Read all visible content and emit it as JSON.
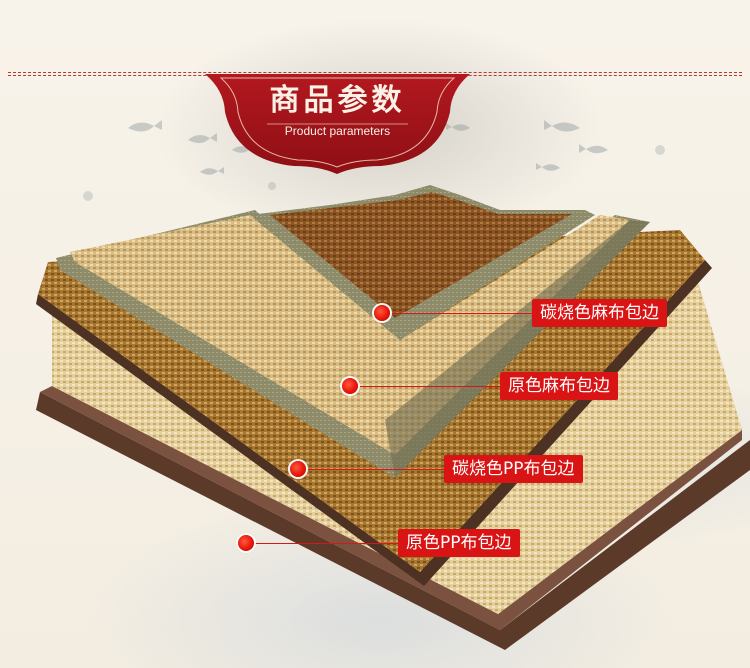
{
  "banner": {
    "title": "商品参数",
    "subtitle": "Product parameters"
  },
  "colors": {
    "banner_red": "#a7151b",
    "tag_red": "#d91414",
    "divider_red": "#b43a33"
  },
  "labels": [
    "碳烧色麻布包边",
    "原色麻布包边",
    "碳烧色PP布包边",
    "原色PP布包边"
  ],
  "decorations": {
    "fish": "fish-icon",
    "ink": "ink-wash"
  }
}
